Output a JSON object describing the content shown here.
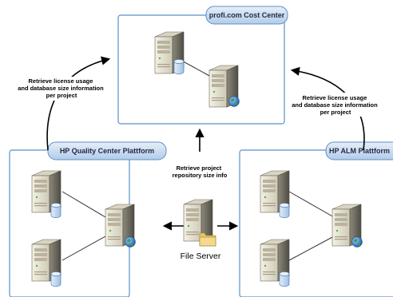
{
  "cost_center": {
    "title": "profi.com Cost Center"
  },
  "platforms": {
    "left_title": "HP Quality Center Plattform",
    "right_title": "HP ALM Plattform"
  },
  "annotations": {
    "left_lines": [
      "Retrieve license usage",
      "and database size information",
      "per project"
    ],
    "right_lines": [
      "Retrieve license usage",
      "and database size information",
      "per project"
    ],
    "center_lines": [
      "Retrieve project",
      "repository size info"
    ]
  },
  "file_server": {
    "label": "File Server"
  },
  "colors": {
    "panel_border": "#5b8fc9",
    "tab_fill_top": "#dde9f7",
    "tab_fill_bottom": "#b8cfea",
    "arrow": "#000000",
    "connector": "#333333",
    "server_body": "#e8e4d4",
    "server_dark": "#5c5a52",
    "database_fill": "#c9dff4",
    "globe": "#2e7d32",
    "folder": "#e9c66a"
  }
}
